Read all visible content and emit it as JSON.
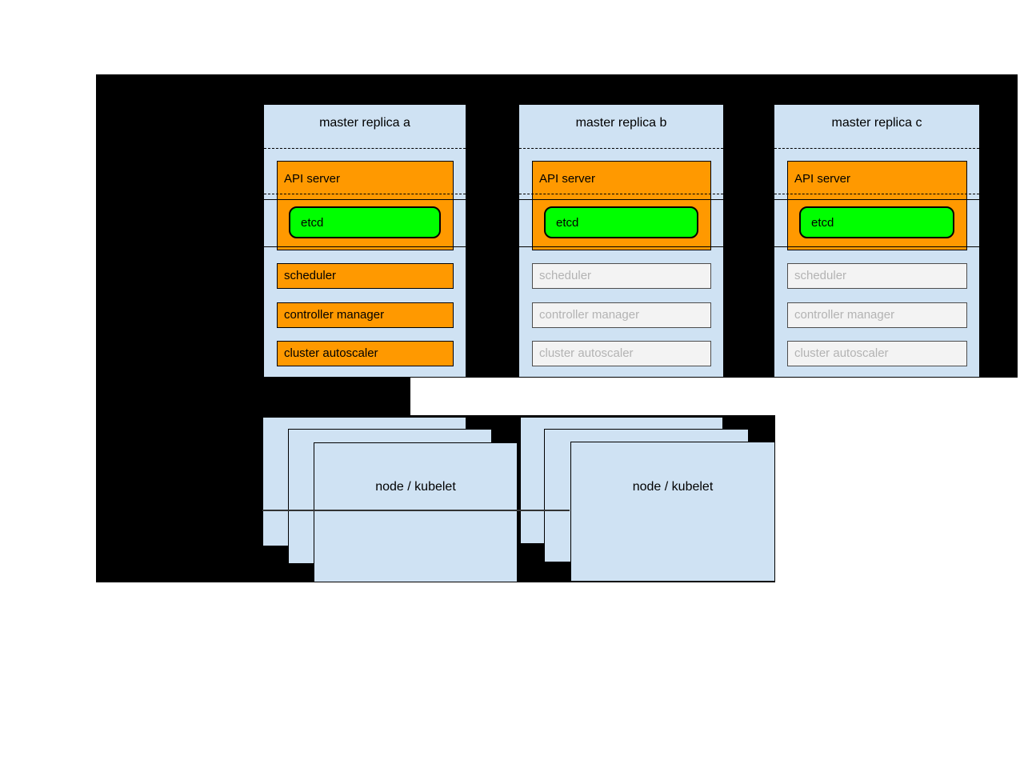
{
  "masters": [
    {
      "title": "master replica a",
      "api_server_label": "API server",
      "etcd_label": "etcd",
      "components": [
        "scheduler",
        "controller manager",
        "cluster autoscaler"
      ],
      "state": "active"
    },
    {
      "title": "master replica b",
      "api_server_label": "API server",
      "etcd_label": "etcd",
      "components": [
        "scheduler",
        "controller manager",
        "cluster autoscaler"
      ],
      "state": "inactive"
    },
    {
      "title": "master replica c",
      "api_server_label": "API server",
      "etcd_label": "etcd",
      "components": [
        "scheduler",
        "controller manager",
        "cluster autoscaler"
      ],
      "state": "inactive"
    }
  ],
  "node_groups": [
    {
      "label": "node / kubelet"
    },
    {
      "label": "node / kubelet"
    }
  ],
  "colors": {
    "backdrop": "#000000",
    "panel_blue": "#cfe2f3",
    "active_orange": "#ff9900",
    "etcd_green": "#00ff00",
    "inactive_fill": "#f3f3f3",
    "inactive_text": "#b3b3b3",
    "inactive_border": "#4d4d4d"
  }
}
